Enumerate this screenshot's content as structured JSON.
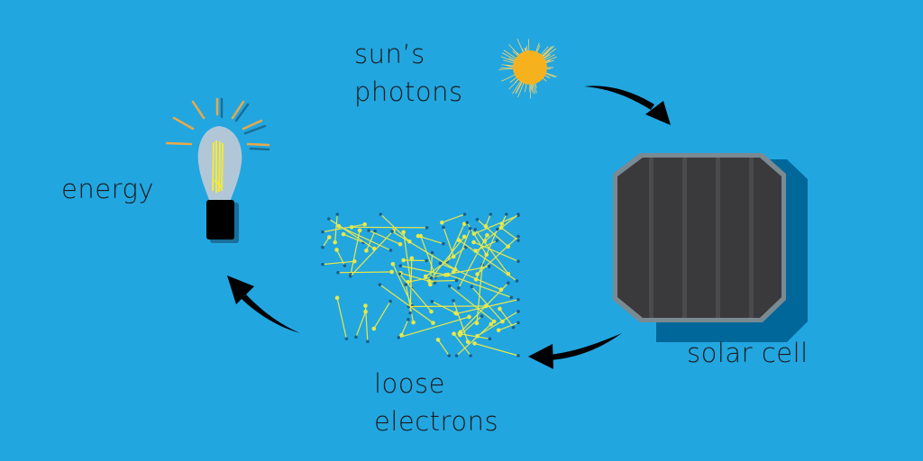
{
  "labels": {
    "sun_line1": "sun’s",
    "sun_line2": "photons",
    "energy": "energy",
    "solar_cell": "solar cell",
    "electrons_line1": "loose",
    "electrons_line2": "electrons"
  },
  "colors": {
    "background": "#22a6e0",
    "cell_body": "#3a393b",
    "cell_frame": "#7a8a92",
    "cell_shadow": "#00679a",
    "sun": "#f6b21e",
    "electron": "#e8e84a",
    "arrow": "#000000"
  }
}
